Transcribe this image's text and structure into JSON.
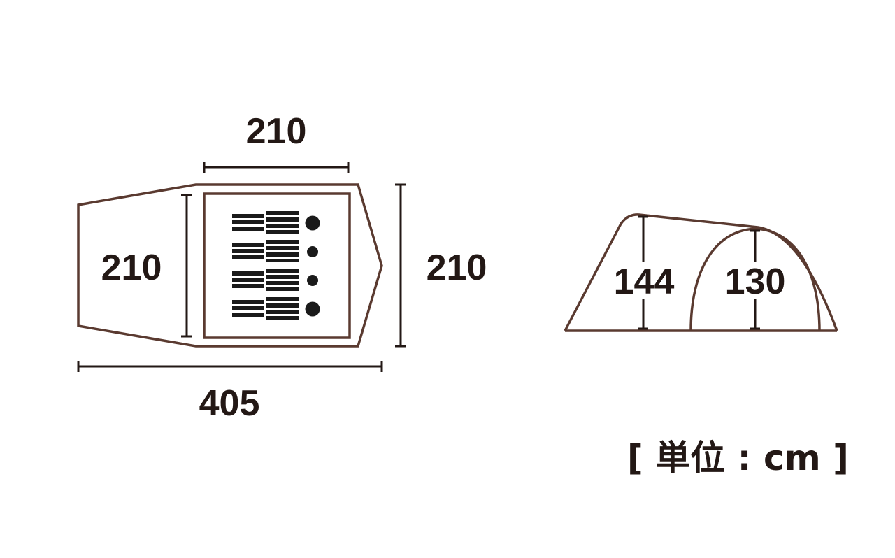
{
  "floor_plan": {
    "top_width": "210",
    "left_depth": "210",
    "right_depth": "210",
    "total_length": "405",
    "sleeper_count": 4
  },
  "side_view": {
    "front_height": "144",
    "inner_height": "130"
  },
  "unit": "[ 単位 : cm ]",
  "colors": {
    "outline": "#5a3a30",
    "text": "#231815",
    "sleeper": "#1a1a1a"
  }
}
